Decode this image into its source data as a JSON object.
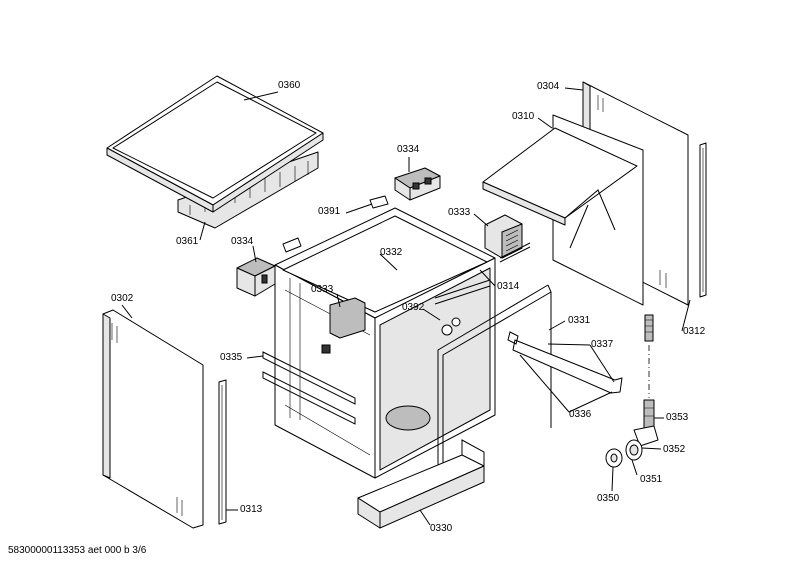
{
  "parts": {
    "p0360": "0360",
    "p0361": "0361",
    "p0304": "0304",
    "p0310": "0310",
    "p0334a": "0334",
    "p0334b": "0334",
    "p0391": "0391",
    "p0333a": "0333",
    "p0333b": "0333",
    "p0332": "0332",
    "p0314": "0314",
    "p0392": "0392",
    "p0302": "0302",
    "p0331": "0331",
    "p0312": "0312",
    "p0337": "0337",
    "p0335": "0335",
    "p0336": "0336",
    "p0353": "0353",
    "p0352": "0352",
    "p0351": "0351",
    "p0350": "0350",
    "p0313": "0313",
    "p0330": "0330"
  },
  "footer": "58300000113353 aet 000 b 3/6"
}
